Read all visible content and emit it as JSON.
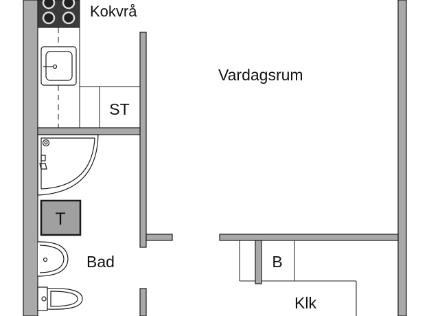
{
  "floorplan": {
    "rooms": {
      "kitchen": "Kokvrå",
      "living_room": "Vardagsrum",
      "storage": "ST",
      "bathroom": "Bad",
      "dryer": "T",
      "b_closet": "B",
      "closet": "Klk"
    },
    "colors": {
      "wall": "#a9a9a9",
      "line": "#1a1a1a",
      "stove": "#3a3a3a",
      "dryer_fill": "#a0a0a0"
    },
    "icons": [
      "stove-icon",
      "sink-icon",
      "shower-icon",
      "washbasin-icon",
      "toilet-icon"
    ]
  }
}
